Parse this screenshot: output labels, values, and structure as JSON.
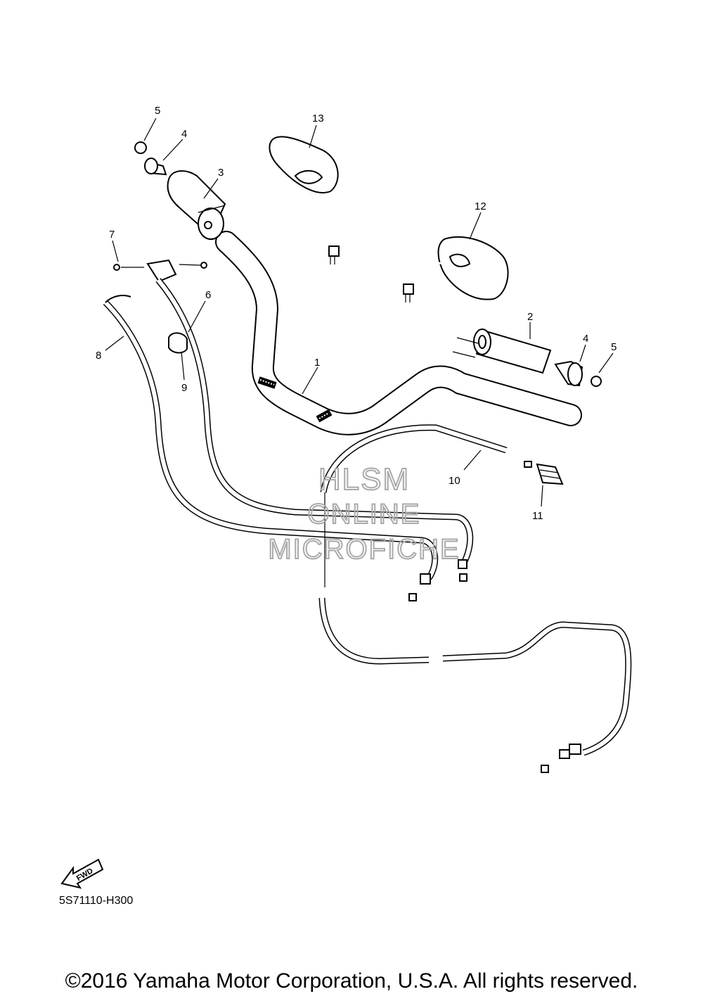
{
  "callouts": [
    {
      "id": "p1",
      "label": "1"
    },
    {
      "id": "p2",
      "label": "2"
    },
    {
      "id": "p3",
      "label": "3"
    },
    {
      "id": "p4a",
      "label": "4"
    },
    {
      "id": "p4b",
      "label": "4"
    },
    {
      "id": "p5a",
      "label": "5"
    },
    {
      "id": "p5b",
      "label": "5"
    },
    {
      "id": "p6",
      "label": "6"
    },
    {
      "id": "p7",
      "label": "7"
    },
    {
      "id": "p8",
      "label": "8"
    },
    {
      "id": "p9",
      "label": "9"
    },
    {
      "id": "p10",
      "label": "10"
    },
    {
      "id": "p11",
      "label": "11"
    },
    {
      "id": "p12",
      "label": "12"
    },
    {
      "id": "p13",
      "label": "13"
    }
  ],
  "watermark": {
    "line1": "HLSM",
    "line2": "ONLINE",
    "line3": "MICROFICHE"
  },
  "fwd_label": "FWD",
  "diagram_code": "5S71110-H300",
  "copyright": "©2016 Yamaha Motor Corporation, U.S.A. All rights reserved."
}
